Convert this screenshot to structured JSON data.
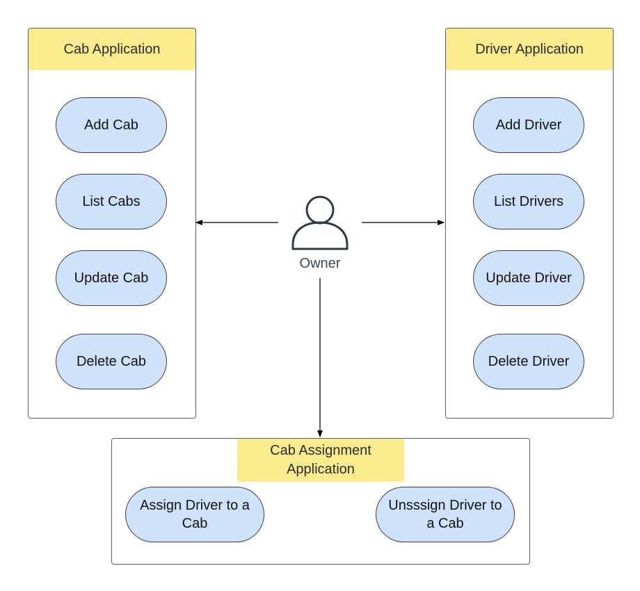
{
  "actor": {
    "label": "Owner"
  },
  "cab_app": {
    "title": "Cab Application",
    "use_cases": [
      "Add Cab",
      "List Cabs",
      "Update Cab",
      "Delete Cab"
    ]
  },
  "driver_app": {
    "title": "Driver Application",
    "use_cases": [
      "Add Driver",
      "List Drivers",
      "Update Driver",
      "Delete Driver"
    ]
  },
  "assignment_app": {
    "title": "Cab Assignment Application",
    "use_cases": [
      "Assign Driver to a Cab",
      "Unsssign Driver to a Cab"
    ]
  },
  "colors": {
    "title_fill": "#fbeb8f",
    "usecase_fill": "#cfe2fb",
    "actor_stroke": "#2e3a48",
    "line": "#000000"
  }
}
